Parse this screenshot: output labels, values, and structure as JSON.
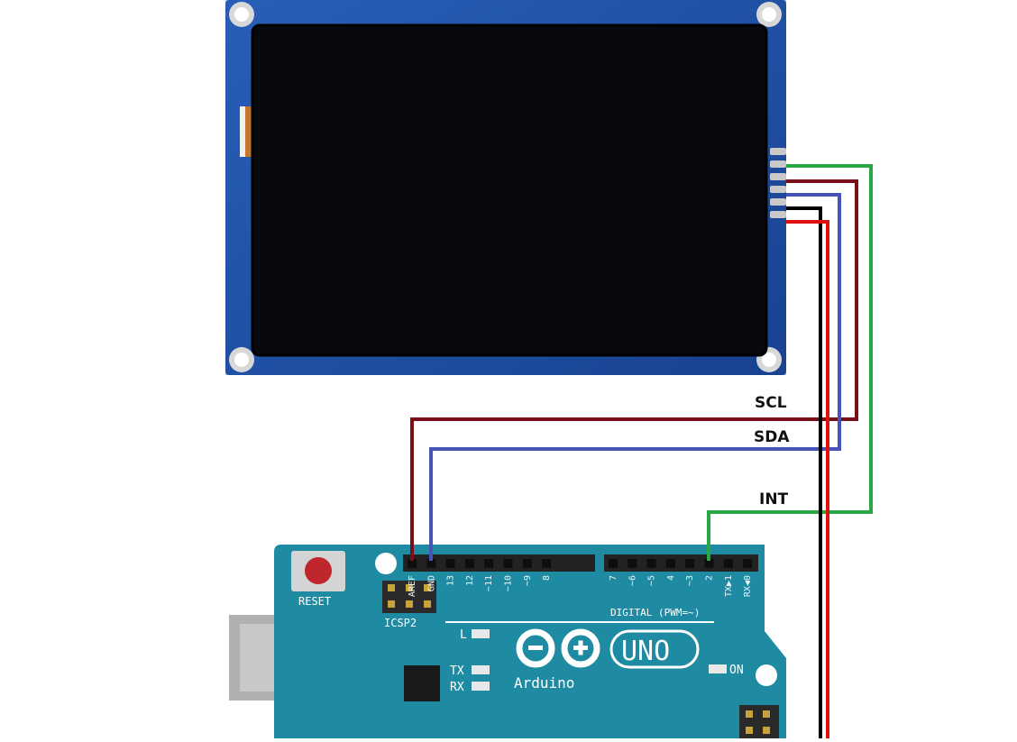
{
  "wires": {
    "scl": {
      "label": "SCL",
      "color": "#7a0f1a"
    },
    "sda": {
      "label": "SDA",
      "color": "#4654b8"
    },
    "int": {
      "label": "INT",
      "color": "#27a846"
    },
    "gnd": {
      "color": "#000000"
    },
    "vcc": {
      "color": "#e01010"
    }
  },
  "display": {
    "pcb_color": "#1f4fa8",
    "screen_color": "#08080f"
  },
  "arduino": {
    "board_color": "#1e8ba3",
    "reset_label": "RESET",
    "icsp_label": "ICSP2",
    "digital_label": "DIGITAL (PWM=~)",
    "led_l_label": "L",
    "tx_label": "TX",
    "rx_label": "RX",
    "on_label": "ON",
    "brand": "Arduino",
    "model": "UNO",
    "header_left_pins": [
      "AREF",
      "GND",
      "13",
      "12",
      "~11",
      "~10",
      "~9",
      "8"
    ],
    "header_right_pins": [
      "7",
      "~6",
      "~5",
      "4",
      "~3",
      "2",
      "TX▶1",
      "RX◀0"
    ]
  }
}
